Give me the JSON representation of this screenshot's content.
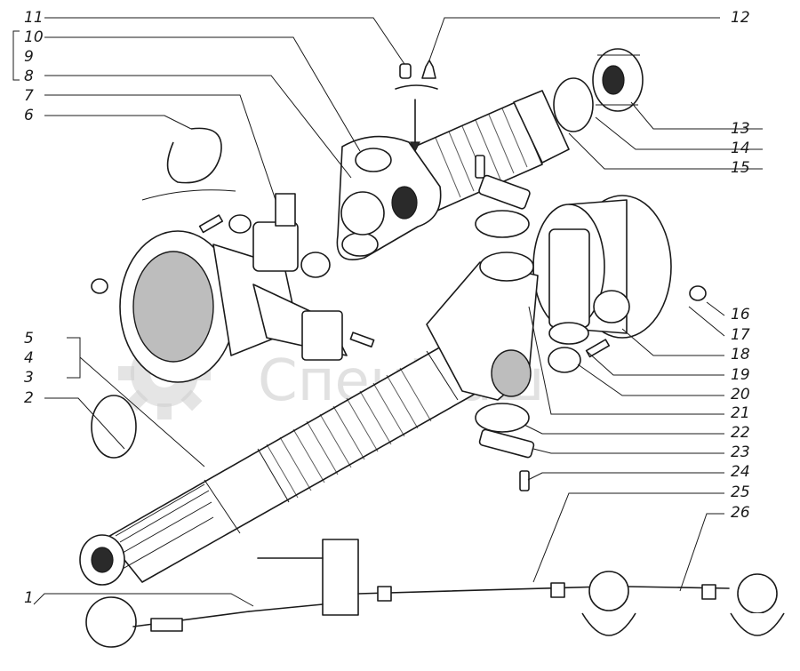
{
  "callouts": [
    "1",
    "2",
    "3",
    "4",
    "5",
    "6",
    "7",
    "8",
    "9",
    "10",
    "11",
    "12",
    "13",
    "14",
    "15",
    "16",
    "17",
    "18",
    "19",
    "20",
    "21",
    "22",
    "23",
    "24",
    "25",
    "26"
  ],
  "watermark": "СпецМаш",
  "colors": {
    "ink": "#1a1a1a",
    "paper": "#ffffff",
    "watermark": "#c9c9c9"
  }
}
